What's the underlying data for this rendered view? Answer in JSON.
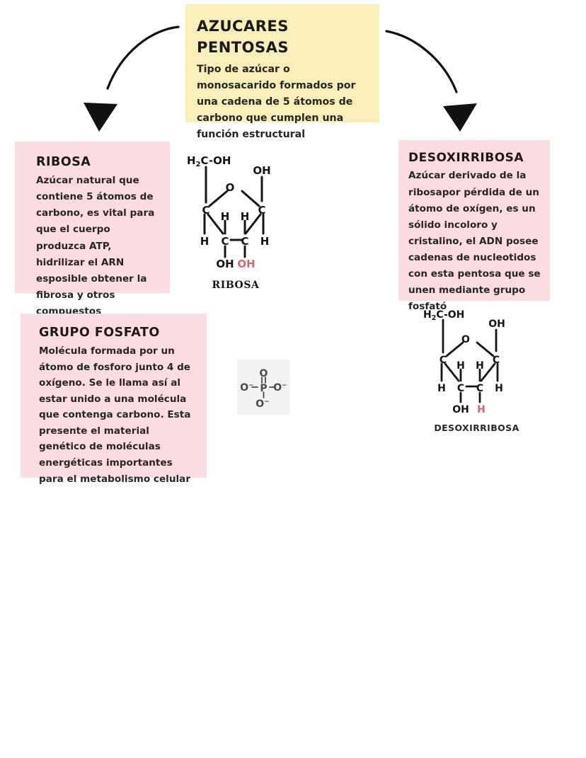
{
  "document": {
    "type": "concept-map",
    "language": "es",
    "background": "#ffffff"
  },
  "colors": {
    "yellow_box": "#faeeb8",
    "pink_box": "#fbdde1",
    "arrow": "#111111",
    "highlight_red": "#d9646f",
    "text": "#1a1a1a"
  },
  "nodes": {
    "root": {
      "title_line1": "AZUCARES",
      "title_line2": "PENTOSAS",
      "body": "Tipo de azúcar o monosacarido formados por una cadena de 5 átomos de carbono que cumplen una función estructural"
    },
    "ribosa": {
      "title": "RIBOSA",
      "body": "Azúcar natural que contiene 5 átomos de carbono, es vital para que el cuerpo produzca ATP, hidrilizar el ARN esposible obtener la fibrosa y otros compuestos"
    },
    "desoxirribosa": {
      "title": "DESOXIRRIBOSA",
      "body": "Azúcar derivado de la ribosapor pérdida de un átomo de oxígen, es un sólido incoloro y cristalino, el ADN posee cadenas de nucleotidos con esta pentosa que se unen mediante grupo fosfató"
    },
    "grupo_fosfato": {
      "title": "GRUPO FOSFATO",
      "body": "Molécula formada por un átomo de fosforo junto 4 de oxígeno. Se le llama así al estar unido a una molécula que contenga carbono. Esta presente el material genético de moléculas energéticas importantes para el metabolismo celular"
    }
  },
  "figures": {
    "ribosa": {
      "caption": "RIBOSA",
      "labels": {
        "top_chain": "H₂C-OH",
        "ring_oxygen": "O",
        "c1": "C",
        "c2": "C",
        "c3": "C",
        "c4": "C",
        "h_left": "H",
        "h_right": "H",
        "h_inner_left": "H",
        "h_inner_right": "H",
        "oh_top_right": "OH",
        "oh_bottom_left": "OH",
        "oh_bottom_right": "OH"
      },
      "highlighted_label": "OH"
    },
    "desoxirribosa": {
      "caption": "DESOXIRRIBOSA",
      "labels": {
        "top_chain": "H₂C-OH",
        "ring_oxygen": "O",
        "c1": "C",
        "c2": "C",
        "c3": "C",
        "c4": "C",
        "h_left": "H",
        "h_right": "H",
        "h_inner_left": "H",
        "h_inner_right": "H",
        "oh_top_right": "OH",
        "oh_bottom_left": "OH",
        "h_bottom_right": "H"
      },
      "highlighted_label": "H"
    },
    "grupo_fosfato": {
      "labels": {
        "phosphorus": "P",
        "oxygen_top": "O",
        "oxygen_left": "O",
        "oxygen_right": "O",
        "oxygen_bottom": "O",
        "charge": "−"
      }
    }
  },
  "arrows": [
    {
      "name": "arrow-to-ribosa",
      "from": "AZUCARES PENTOSAS",
      "to": "RIBOSA"
    },
    {
      "name": "arrow-to-desoxirribosa",
      "from": "AZUCARES PENTOSAS",
      "to": "DESOXIRRIBOSA"
    }
  ]
}
